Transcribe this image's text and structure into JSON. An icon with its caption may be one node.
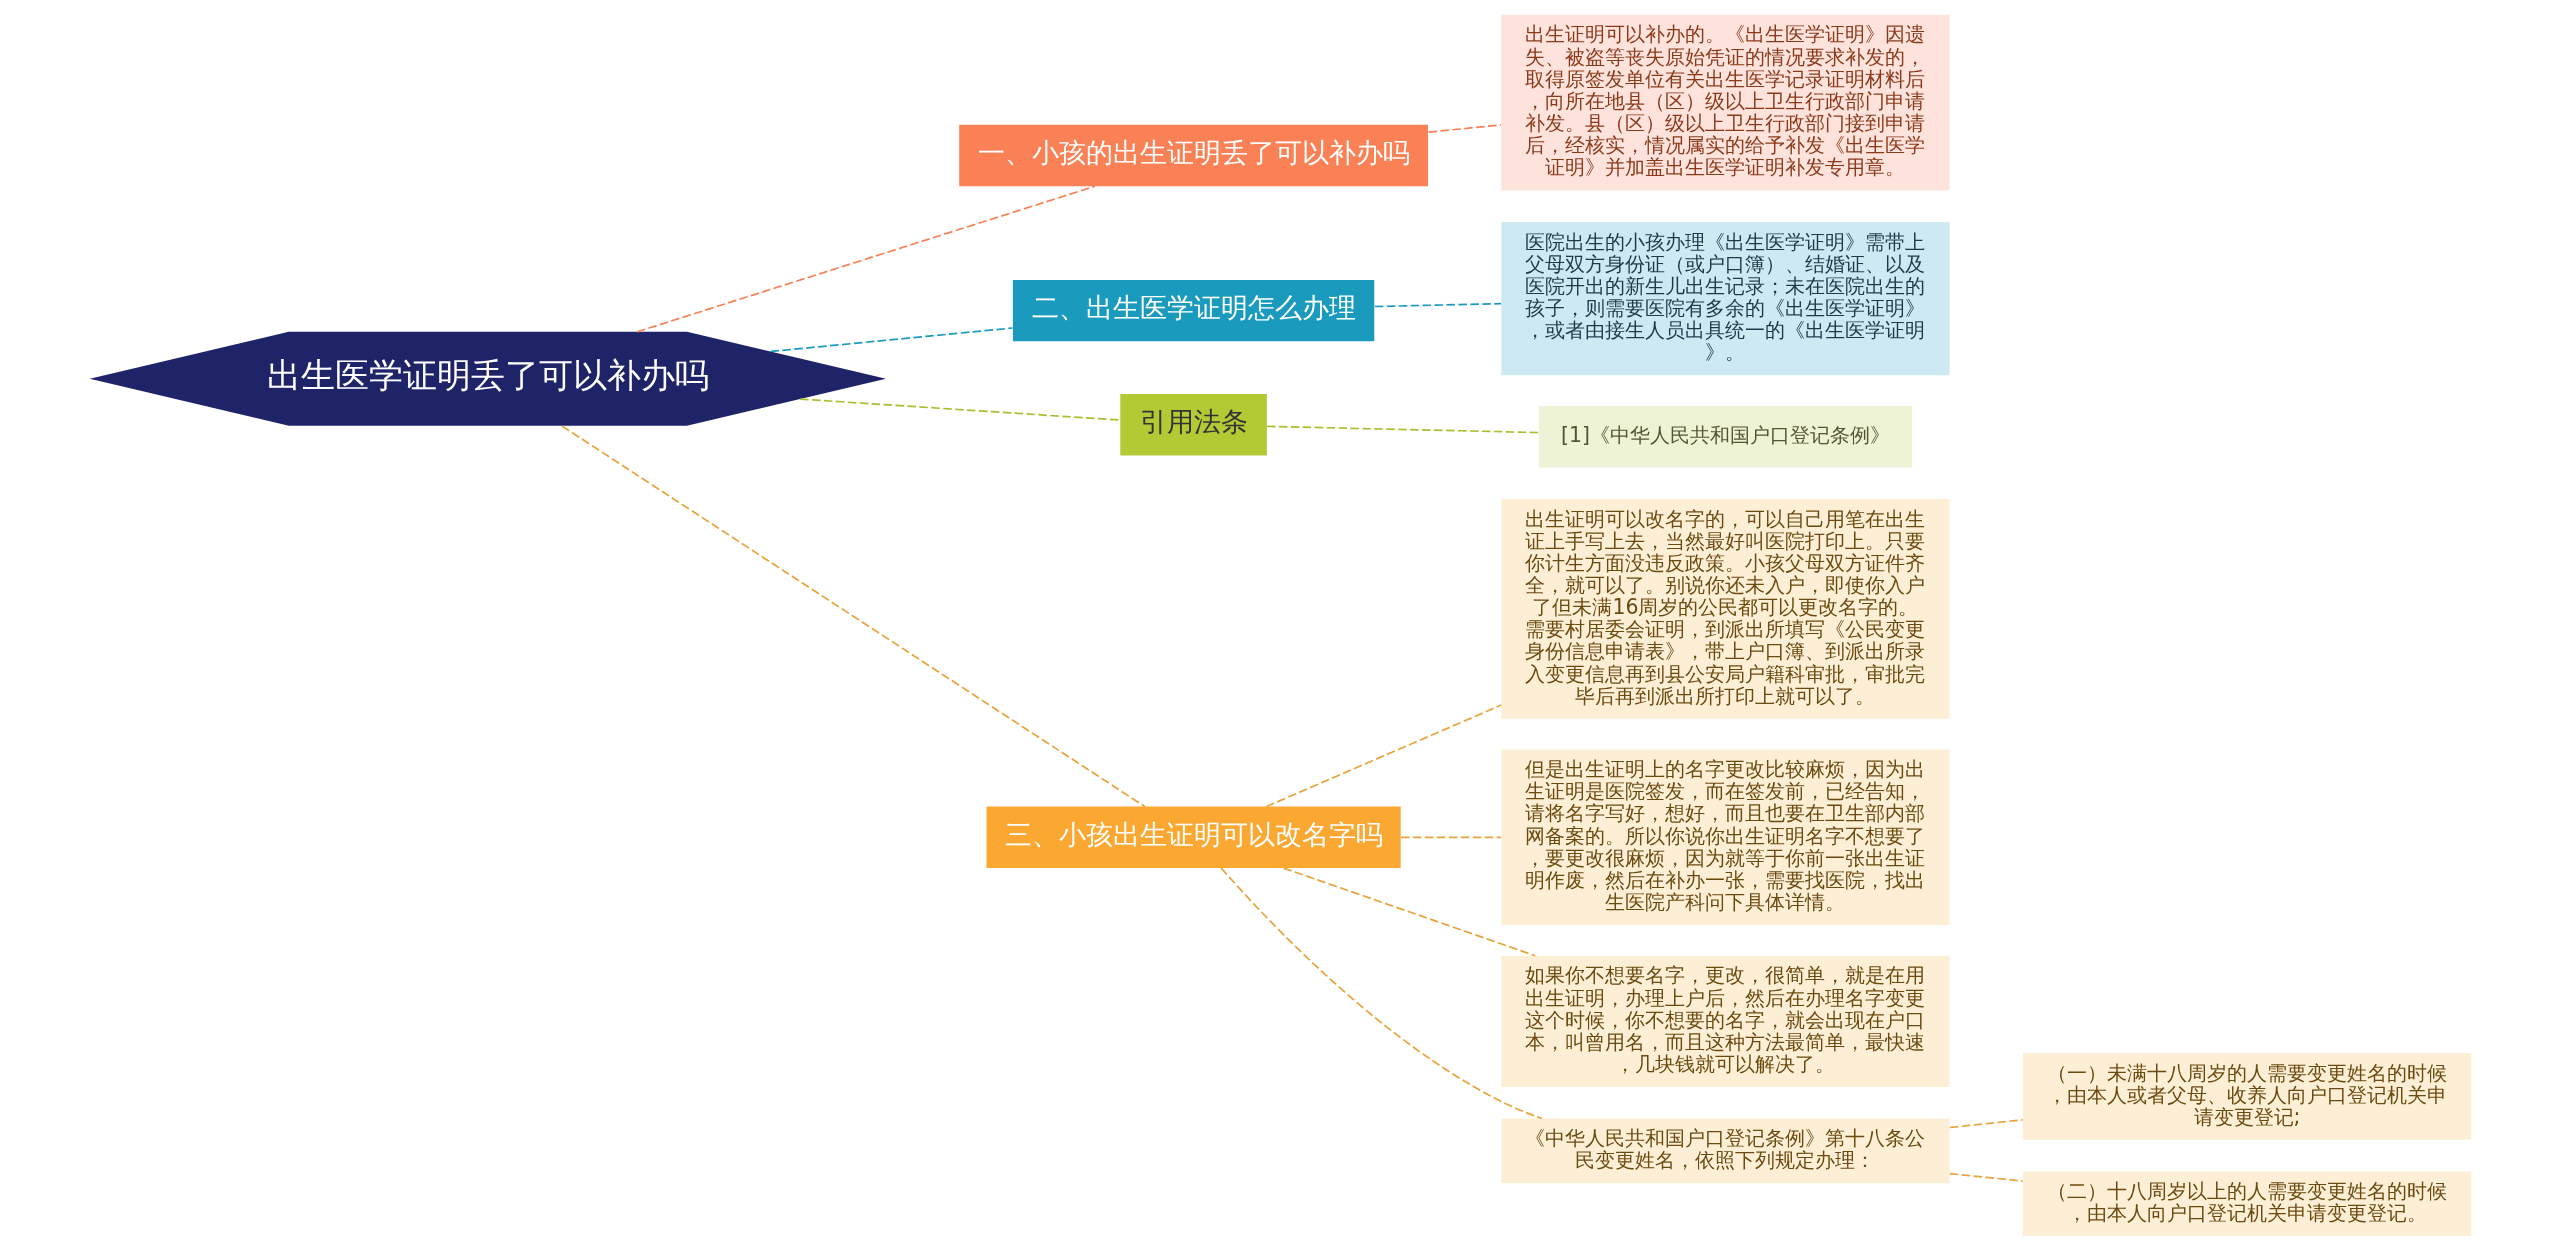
{
  "diagram": {
    "nodes": [
      {
        "text": [
          "出生医学证明丢了可以补办吗"
        ]
      },
      {
        "text": [
          "一、小孩的出生证明丢了可以补办吗"
        ]
      },
      {
        "text": [
          "出生证明可以补办的。《出生医学证明》因遗失、被盗等丧失原始凭证的情况要求补发的，取得原签发单位有关出生医学记录证明材料后，向所在地县（区）级以上卫生行政部门申请补发。县（区）级以上卫生行政部门接到申请后，经核实，情况属实的给予补发《出生医学证明》并加盖出生医学证明补发专用章。"
        ]
      },
      {
        "text": [
          "二、出生医学证明怎么办理"
        ]
      },
      {
        "text": [
          "医院出生的小孩办理《出生医学证明》需带上父母双方身份证（或户口簿）、结婚证、以及医院开出的新生儿出生记录；未在医院出生的孩子，则需要医院有多余的《出生医学证明》，或者由接生人员出具统一的《出生医学证明》。"
        ]
      },
      {
        "text": [
          "引用法条"
        ]
      },
      {
        "text": [
          "[1]《中华人民共和国户口登记条例》"
        ]
      },
      {
        "text": [
          "三、小孩出生证明可以改名字吗"
        ]
      },
      {
        "text": [
          "出生证明可以改名字的，可以自己用笔在出生证上手写上去，当然最好叫医院打印上。只要你计生方面没违反政策。小孩父母双方证件齐全，就可以了。别说你还未入户，即使你入户了但未满16周岁的公民都可以更改名字的。需要村居委会证明，到派出所填写《公民变更身份信息申请表》，带上户口簿、到派出所录入变更信息再到县公安局户籍科审批，审批完毕后再到派出所打印上就可以了。"
        ]
      },
      {
        "text": [
          "但是出生证明上的名字更改比较麻烦，因为出生证明是医院签发，而在签发前，已经告知，请将名字写好，想好，而且也要在卫生部内部网备案的。所以你说你出生证明名字不想要了，要更改很麻烦，因为就等于你前一张出生证明作废，然后在补办一张，需要找医院，找出生医院产科问下具体详情。"
        ]
      },
      {
        "text": [
          "如果你不想要名字，更改，很简单，就是在用出生证明，办理上户后，然后在办理名字变更这个时候，你不想要的名字，就会出现在户口本，叫曾用名，而且这种方法最简单，最快速，几块钱就可以解决了。"
        ]
      },
      {
        "text": [
          "《中华人民共和国户口登记条例》第十八条公民变更姓名，依照下列规定办理："
        ]
      },
      {
        "text": [
          "（一）未满十八周岁的人需要变更姓名的时候，由本人或者父母、收养人向户口登记机关申请变更登记;"
        ]
      },
      {
        "text": [
          "（二）十八周岁以上的人需要变更姓名的时候，由本人向户口登记机关申请变更登记。"
        ]
      }
    ],
    "edges": [
      {
        "from": 0,
        "to": 1,
        "arrow": "none",
        "style": "dashed",
        "color": "#f98155"
      },
      {
        "from": 1,
        "to": 2,
        "arrow": "none",
        "style": "dashed",
        "color": "#f98155"
      },
      {
        "from": 0,
        "to": 3,
        "arrow": "none",
        "style": "dashed",
        "color": "#1a9bbd"
      },
      {
        "from": 3,
        "to": 4,
        "arrow": "none",
        "style": "dashed",
        "color": "#1a9bbd"
      },
      {
        "from": 0,
        "to": 5,
        "arrow": "none",
        "style": "dashed",
        "color": "#a8c030"
      },
      {
        "from": 5,
        "to": 6,
        "arrow": "none",
        "style": "dashed",
        "color": "#a8c030"
      },
      {
        "from": 0,
        "to": 7,
        "arrow": "none",
        "style": "dashed"
      },
      {
        "from": 7,
        "to": 8,
        "arrow": "none",
        "style": "dashed"
      },
      {
        "from": 7,
        "to": 9,
        "arrow": "none",
        "style": "dashed"
      },
      {
        "from": 7,
        "to": 10,
        "arrow": "none",
        "style": "dashed"
      },
      {
        "from": 7,
        "to": 11,
        "arrow": "none",
        "style": "dashed"
      },
      {
        "from": 11,
        "to": 12,
        "arrow": "none",
        "style": "dashed"
      },
      {
        "from": 11,
        "to": 13,
        "arrow": "none",
        "style": "dashed"
      }
    ]
  }
}
